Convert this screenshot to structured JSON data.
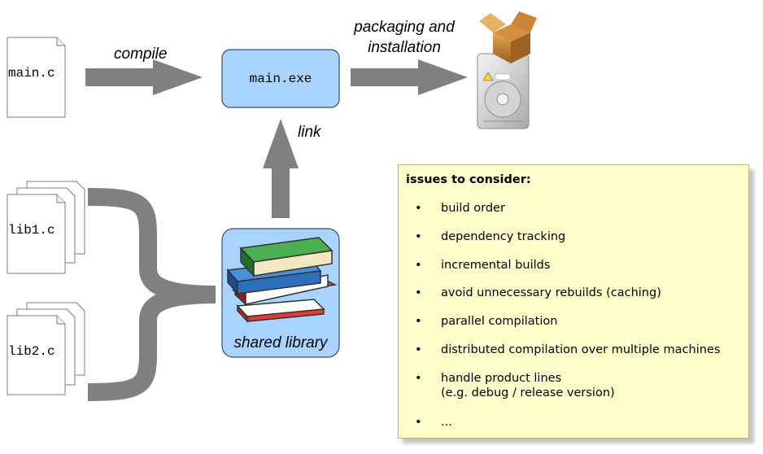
{
  "nodes": {
    "main_c": "main.c",
    "main_exe": "main.exe",
    "lib1_c": "lib1.c",
    "lib2_c": "lib2.c",
    "shared_library": "shared library"
  },
  "edges": {
    "compile": "compile",
    "link": "link",
    "packaging_line1": "packaging and",
    "packaging_line2": "installation"
  },
  "notes": {
    "title": "issues to consider:",
    "bullet_symbol": "•",
    "items": [
      "build order",
      "dependency tracking",
      "incremental builds",
      "avoid unnecessary rebuilds (caching)",
      "parallel compilation",
      "distributed compilation over multiple machines",
      "handle product lines\n(e.g. debug / release version)",
      "..."
    ]
  },
  "colors": {
    "node_fill": "#a8d4ff",
    "node_stroke": "#3a4a68",
    "arrow": "#808080",
    "note_fill": "#ffffcc"
  },
  "icons": [
    "document-icon",
    "books-icon",
    "box-icon",
    "hard-drive-icon"
  ]
}
